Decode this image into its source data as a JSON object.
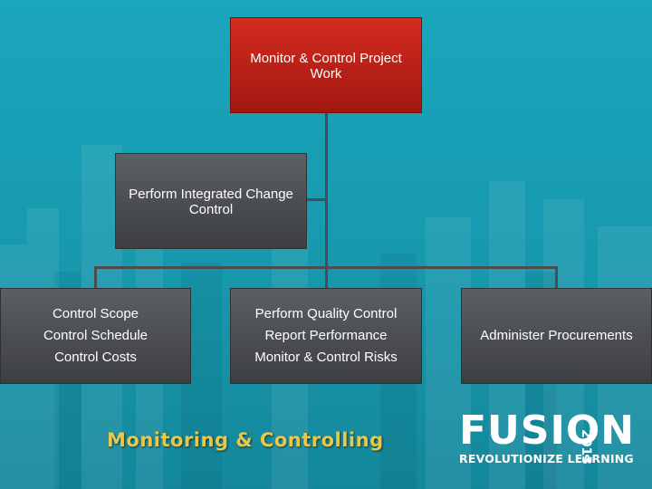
{
  "colors": {
    "background": "#1aa6bd",
    "root_box": "#c4231a",
    "child_box": "#4a4c4f",
    "connector": "#4a4c4f",
    "caption": "#e8c84a"
  },
  "diagram": {
    "root": {
      "lines": [
        "Monitor & Control Project",
        "Work"
      ]
    },
    "integrated": {
      "lines": [
        "Perform Integrated Change",
        "Control"
      ]
    },
    "children": [
      {
        "items": [
          "Control Scope",
          "Control Schedule",
          "Control Costs"
        ]
      },
      {
        "items": [
          "Perform Quality Control",
          "Report Performance",
          "Monitor & Control Risks"
        ]
      },
      {
        "items": [
          "Administer Procurements"
        ]
      }
    ]
  },
  "caption": "Monitoring & Controlling",
  "logo": {
    "word": "FUSION",
    "year": "2013",
    "tagline": "REVOLUTIONIZE LEARNING",
    "icon": "fusion-logo"
  }
}
